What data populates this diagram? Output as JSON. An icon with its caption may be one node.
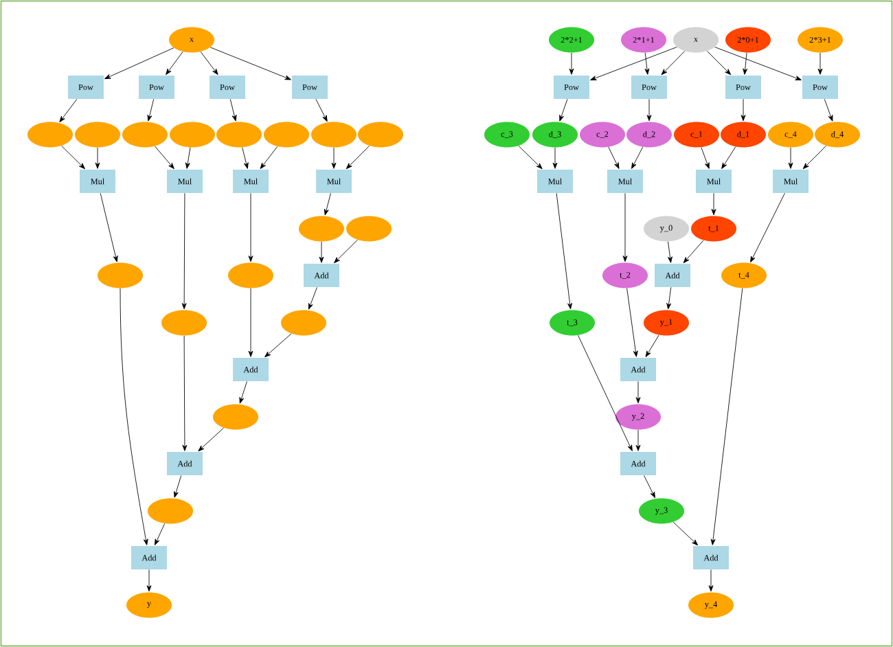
{
  "diagram": {
    "nodes": [
      {
        "text": [
          "x"
        ]
      },
      {
        "text": [
          "Pow"
        ]
      },
      {
        "text": [
          "Pow"
        ]
      },
      {
        "text": [
          "Pow"
        ]
      },
      {
        "text": [
          "Pow"
        ]
      },
      {
        "text": [],
        "shape": "ellipse"
      },
      {
        "text": [],
        "shape": "ellipse"
      },
      {
        "text": [],
        "shape": "ellipse"
      },
      {
        "text": [],
        "shape": "ellipse"
      },
      {
        "text": [],
        "shape": "ellipse"
      },
      {
        "text": [],
        "shape": "ellipse"
      },
      {
        "text": [],
        "shape": "ellipse"
      },
      {
        "text": [],
        "shape": "ellipse"
      },
      {
        "text": [
          "Mul"
        ]
      },
      {
        "text": [
          "Mul"
        ]
      },
      {
        "text": [
          "Mul"
        ]
      },
      {
        "text": [
          "Mul"
        ]
      },
      {
        "text": [],
        "shape": "ellipse"
      },
      {
        "text": [],
        "shape": "ellipse"
      },
      {
        "text": [],
        "shape": "ellipse"
      },
      {
        "text": [],
        "shape": "ellipse"
      },
      {
        "text": [
          "Add"
        ]
      },
      {
        "text": [],
        "shape": "ellipse"
      },
      {
        "text": [],
        "shape": "ellipse"
      },
      {
        "text": [
          "Add"
        ]
      },
      {
        "text": [],
        "shape": "ellipse"
      },
      {
        "text": [
          "Add"
        ]
      },
      {
        "text": [],
        "shape": "ellipse"
      },
      {
        "text": [
          "Add"
        ]
      },
      {
        "text": [
          "y"
        ]
      },
      {
        "text": [
          "2*2+1"
        ]
      },
      {
        "text": [
          "2*1+1"
        ]
      },
      {
        "text": [
          "x"
        ]
      },
      {
        "text": [
          "2*0+1"
        ]
      },
      {
        "text": [
          "2*3+1"
        ]
      },
      {
        "text": [
          "Pow"
        ]
      },
      {
        "text": [
          "Pow"
        ]
      },
      {
        "text": [
          "Pow"
        ]
      },
      {
        "text": [
          "Pow"
        ]
      },
      {
        "text": [
          "c_3"
        ]
      },
      {
        "text": [
          "d_3"
        ]
      },
      {
        "text": [
          "c_2"
        ]
      },
      {
        "text": [
          "d_2"
        ]
      },
      {
        "text": [
          "c_1"
        ]
      },
      {
        "text": [
          "d_1"
        ]
      },
      {
        "text": [
          "c_4"
        ]
      },
      {
        "text": [
          "d_4"
        ]
      },
      {
        "text": [
          "Mul"
        ]
      },
      {
        "text": [
          "Mul"
        ]
      },
      {
        "text": [
          "Mul"
        ]
      },
      {
        "text": [
          "Mul"
        ]
      },
      {
        "text": [
          "y_0"
        ]
      },
      {
        "text": [
          "t_1"
        ]
      },
      {
        "text": [
          "t_2"
        ]
      },
      {
        "text": [
          "Add"
        ]
      },
      {
        "text": [
          "t_4"
        ]
      },
      {
        "text": [
          "t_3"
        ]
      },
      {
        "text": [
          "y_1"
        ]
      },
      {
        "text": [
          "Add"
        ]
      },
      {
        "text": [
          "y_2"
        ]
      },
      {
        "text": [
          "Add"
        ]
      },
      {
        "text": [
          "y_3"
        ]
      },
      {
        "text": [
          "Add"
        ]
      },
      {
        "text": [
          "y_4"
        ]
      }
    ],
    "edges": [
      {
        "from": 0,
        "to": 1,
        "arrow": "to"
      },
      {
        "from": 0,
        "to": 2,
        "arrow": "to"
      },
      {
        "from": 0,
        "to": 3,
        "arrow": "to"
      },
      {
        "from": 0,
        "to": 4,
        "arrow": "to"
      },
      {
        "from": 1,
        "to": 5,
        "arrow": "to"
      },
      {
        "from": 2,
        "to": 7,
        "arrow": "to"
      },
      {
        "from": 3,
        "to": 9,
        "arrow": "to"
      },
      {
        "from": 4,
        "to": 11,
        "arrow": "to"
      },
      {
        "from": 5,
        "to": 13,
        "arrow": "to"
      },
      {
        "from": 6,
        "to": 13,
        "arrow": "to"
      },
      {
        "from": 7,
        "to": 14,
        "arrow": "to"
      },
      {
        "from": 8,
        "to": 14,
        "arrow": "to"
      },
      {
        "from": 9,
        "to": 15,
        "arrow": "to"
      },
      {
        "from": 10,
        "to": 15,
        "arrow": "to"
      },
      {
        "from": 11,
        "to": 16,
        "arrow": "to"
      },
      {
        "from": 12,
        "to": 16,
        "arrow": "to"
      },
      {
        "from": 13,
        "to": 19,
        "arrow": "to"
      },
      {
        "from": 14,
        "to": 22,
        "arrow": "to"
      },
      {
        "from": 15,
        "to": 20,
        "arrow": "to"
      },
      {
        "from": 16,
        "to": 17,
        "arrow": "to"
      },
      {
        "from": 17,
        "to": 21,
        "arrow": "to"
      },
      {
        "from": 18,
        "to": 21,
        "arrow": "to"
      },
      {
        "from": 21,
        "to": 23,
        "arrow": "to"
      },
      {
        "from": 20,
        "to": 24,
        "arrow": "to"
      },
      {
        "from": 23,
        "to": 24,
        "arrow": "to"
      },
      {
        "from": 24,
        "to": 25,
        "arrow": "to"
      },
      {
        "from": 22,
        "to": 26,
        "arrow": "to"
      },
      {
        "from": 25,
        "to": 26,
        "arrow": "to"
      },
      {
        "from": 26,
        "to": 27,
        "arrow": "to"
      },
      {
        "from": 19,
        "to": 28,
        "arrow": "to"
      },
      {
        "from": 27,
        "to": 28,
        "arrow": "to"
      },
      {
        "from": 28,
        "to": 29,
        "arrow": "to"
      },
      {
        "from": 30,
        "to": 35,
        "arrow": "to"
      },
      {
        "from": 32,
        "to": 35,
        "arrow": "to"
      },
      {
        "from": 31,
        "to": 36,
        "arrow": "to"
      },
      {
        "from": 32,
        "to": 36,
        "arrow": "to"
      },
      {
        "from": 32,
        "to": 37,
        "arrow": "to"
      },
      {
        "from": 33,
        "to": 37,
        "arrow": "to"
      },
      {
        "from": 32,
        "to": 38,
        "arrow": "to"
      },
      {
        "from": 34,
        "to": 38,
        "arrow": "to"
      },
      {
        "from": 35,
        "to": 40,
        "arrow": "to"
      },
      {
        "from": 36,
        "to": 42,
        "arrow": "to"
      },
      {
        "from": 37,
        "to": 44,
        "arrow": "to"
      },
      {
        "from": 38,
        "to": 46,
        "arrow": "to"
      },
      {
        "from": 39,
        "to": 47,
        "arrow": "to"
      },
      {
        "from": 40,
        "to": 47,
        "arrow": "to"
      },
      {
        "from": 41,
        "to": 48,
        "arrow": "to"
      },
      {
        "from": 42,
        "to": 48,
        "arrow": "to"
      },
      {
        "from": 43,
        "to": 49,
        "arrow": "to"
      },
      {
        "from": 44,
        "to": 49,
        "arrow": "to"
      },
      {
        "from": 45,
        "to": 50,
        "arrow": "to"
      },
      {
        "from": 46,
        "to": 50,
        "arrow": "to"
      },
      {
        "from": 47,
        "to": 56,
        "arrow": "to"
      },
      {
        "from": 48,
        "to": 53,
        "arrow": "to"
      },
      {
        "from": 49,
        "to": 52,
        "arrow": "to"
      },
      {
        "from": 50,
        "to": 55,
        "arrow": "to"
      },
      {
        "from": 51,
        "to": 54,
        "arrow": "to"
      },
      {
        "from": 52,
        "to": 54,
        "arrow": "to"
      },
      {
        "from": 54,
        "to": 57,
        "arrow": "to"
      },
      {
        "from": 53,
        "to": 58,
        "arrow": "to"
      },
      {
        "from": 57,
        "to": 58,
        "arrow": "to"
      },
      {
        "from": 58,
        "to": 59,
        "arrow": "to"
      },
      {
        "from": 56,
        "to": 60,
        "arrow": "to"
      },
      {
        "from": 59,
        "to": 60,
        "arrow": "to"
      },
      {
        "from": 60,
        "to": 61,
        "arrow": "to"
      },
      {
        "from": 61,
        "to": 62,
        "arrow": "to"
      },
      {
        "from": 55,
        "to": 62,
        "arrow": "to"
      },
      {
        "from": 62,
        "to": 63,
        "arrow": "to"
      }
    ]
  }
}
